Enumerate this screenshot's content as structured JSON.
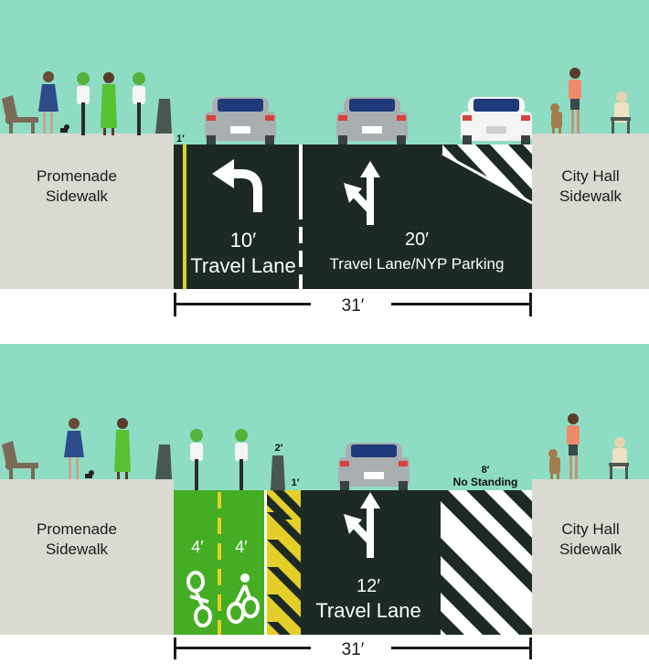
{
  "colors": {
    "sky": "#8edcc4",
    "sidewalk": "#dadad2",
    "asphalt": "#1c2a23",
    "bike_lane": "#45ad24",
    "yellow": "#e4cf2a",
    "white": "#ffffff",
    "car_gray": "#a9aeb1",
    "car_white": "#f4f4f4",
    "car_glass": "#1f3a7a",
    "tail_light": "#d9423a"
  },
  "existing": {
    "left_sidewalk": [
      "Promenade",
      "Sidewalk"
    ],
    "right_sidewalk": [
      "City Hall",
      "Sidewalk"
    ],
    "buffer_label": "1′",
    "lane1_width": "10′",
    "lane1_name": "Travel Lane",
    "lane2_width": "20′",
    "lane2_name": "Travel Lane/NYP Parking",
    "total_width": "31′"
  },
  "proposed": {
    "left_sidewalk": [
      "Promenade",
      "Sidewalk"
    ],
    "right_sidewalk": [
      "City Hall",
      "Sidewalk"
    ],
    "bike1_width": "4′",
    "bike2_width": "4′",
    "barrier_label": "2′",
    "buffer_label": "1′",
    "travel_width": "12′",
    "travel_name": "Travel Lane",
    "nostanding_width": "8′",
    "nostanding_name": "No Standing",
    "total_width": "31′"
  },
  "icons": {
    "left_turn_arrow": "left-turn-arrow-icon",
    "through_left_arrow": "through-left-arrow-icon",
    "bicycle_marking": "bike-lane-marking-icon"
  }
}
